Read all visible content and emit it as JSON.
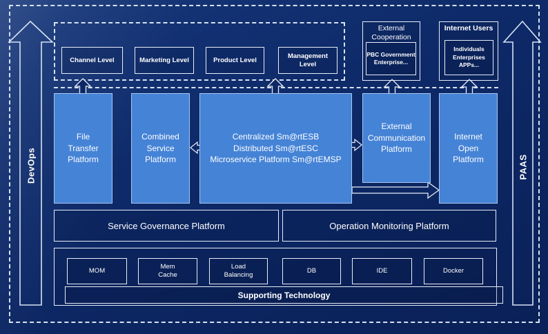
{
  "rails": {
    "devops": "DevOps",
    "paas": "PAAS"
  },
  "levels_row": {
    "items": [
      "Channel Level",
      "Marketing Level",
      "Product Level",
      "Management Level"
    ]
  },
  "external_cooperation": {
    "title": "External\nCooperation",
    "body": "PBC Government\nEnterprise..."
  },
  "internet_users": {
    "title": "Internet Users",
    "body": "Individuals\nEnterprises\nAPPs..."
  },
  "platforms": {
    "file_transfer": "File\nTransfer\nPlatform",
    "combined_service": "Combined\nService\nPlatform",
    "esb": "Centralized Sm@rtESB\nDistributed Sm@rtESC\nMicroservice Platform Sm@rtEMSP",
    "external_communication": "External\nCommunication\nPlatform",
    "internet_open": "Internet\nOpen\nPlatform"
  },
  "governance": {
    "service": "Service Governance Platform",
    "operation": "Operation Monitoring Platform"
  },
  "supporting": {
    "items": [
      "MOM",
      "Mem\nCache",
      "Load\nBalancing",
      "DB",
      "IDE",
      "Docker"
    ],
    "label": "Supporting Technology"
  },
  "colors": {
    "background": "#0d2765",
    "platform_blue": "#4583d6",
    "platform_blue_border": "#a9c7ee",
    "line_white": "#e8eef8",
    "dash_white": "#d7e2f3"
  }
}
